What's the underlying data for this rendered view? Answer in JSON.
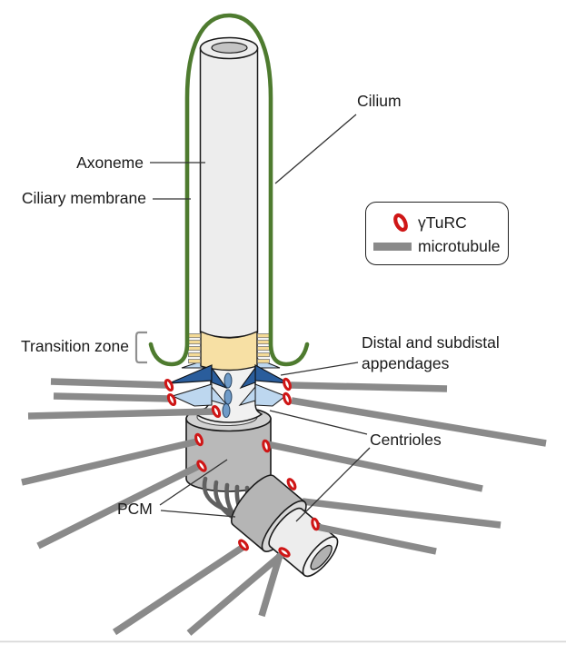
{
  "title": "Cilium and centrosome schematic",
  "labels": {
    "cilium": "Cilium",
    "axoneme": "Axoneme",
    "ciliary_membrane": "Ciliary membrane",
    "transition_zone": "Transition zone",
    "appendages_line1": "Distal and subdistal",
    "appendages_line2": "appendages",
    "centrioles": "Centrioles",
    "pcm": "PCM"
  },
  "legend": {
    "gturc": "γTuRC",
    "microtubule": "microtubule"
  },
  "colors": {
    "membrane": "#4e7b2f",
    "microtubule": "#8a8a8a",
    "gturc": "#cf1616",
    "distal_appendage": "#2a5d9c",
    "subdistal_appendage": "#bdd7ef",
    "transition_zone": "#f7e0a4",
    "leader_line": "#333333"
  },
  "microtubules": {
    "back": [
      [
        184,
        424,
        56,
        420
      ],
      [
        187,
        439,
        59,
        436
      ],
      [
        320,
        424,
        492,
        428
      ],
      [
        321,
        441,
        601,
        488
      ]
    ],
    "mid": [
      [
        236,
        453,
        31,
        458
      ],
      [
        217,
        486,
        24,
        531
      ],
      [
        221,
        512,
        42,
        601
      ],
      [
        294,
        489,
        531,
        538
      ],
      [
        333,
        552,
        551,
        578
      ]
    ],
    "front": [
      [
        268,
        602,
        126,
        696
      ],
      [
        312,
        609,
        208,
        697
      ],
      [
        308,
        611,
        288,
        678
      ],
      [
        349,
        580,
        480,
        607
      ]
    ]
  },
  "gturc_sites": [
    [
      186,
      424,
      -25
    ],
    [
      189,
      440,
      -25
    ],
    [
      316,
      423,
      -20
    ],
    [
      316,
      439,
      -20
    ],
    [
      238,
      453,
      -25
    ],
    [
      219,
      484,
      -20
    ],
    [
      293,
      491,
      -15
    ],
    [
      222,
      513,
      -35
    ],
    [
      321,
      533,
      -30
    ],
    [
      347,
      577,
      -15
    ],
    [
      268,
      600,
      -40
    ],
    [
      313,
      608,
      -55
    ]
  ]
}
